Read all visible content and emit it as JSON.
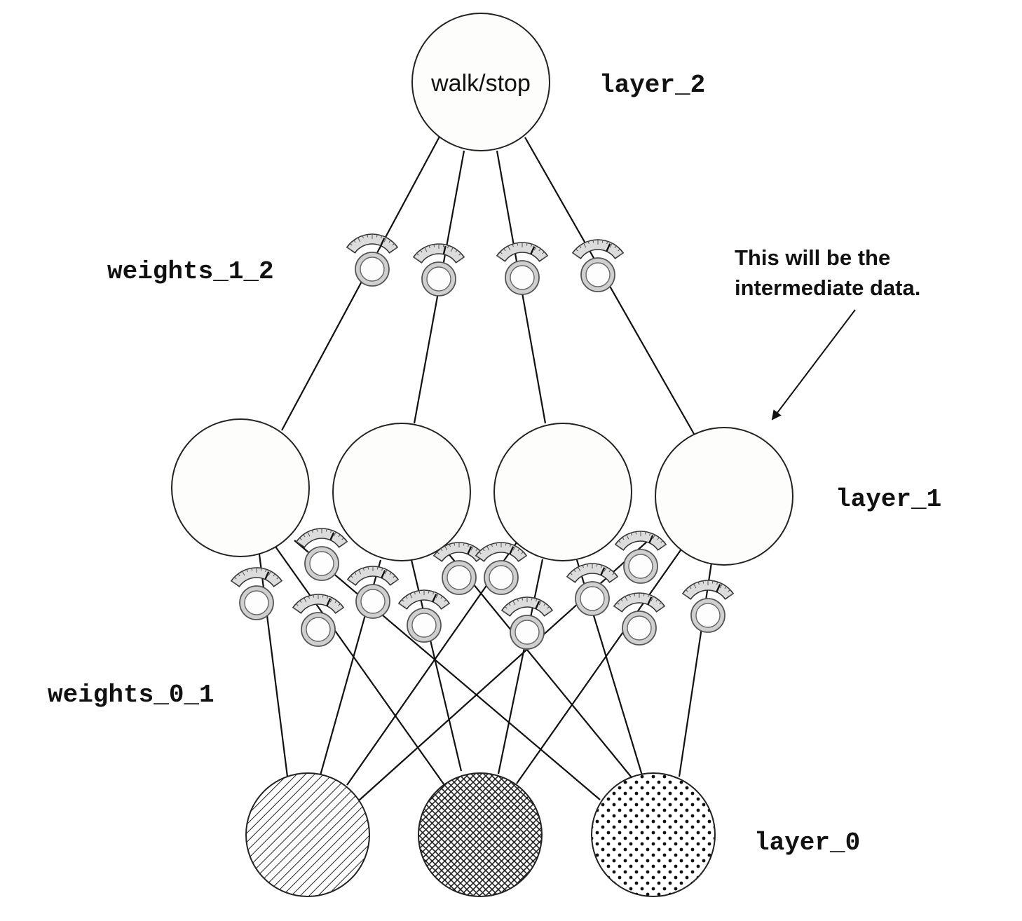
{
  "output_node": {
    "label": "walk/stop"
  },
  "layer_labels": {
    "layer_2": "layer_2",
    "layer_1": "layer_1",
    "layer_0": "layer_0",
    "weights_1_2": "weights_1_2",
    "weights_0_1": "weights_0_1"
  },
  "annotation": {
    "line1": "This will be the",
    "line2": "intermediate data."
  },
  "input_patterns": [
    "diagonal-stripes",
    "crosshatch",
    "dots"
  ],
  "icons": [
    "weight-dial-icon"
  ]
}
